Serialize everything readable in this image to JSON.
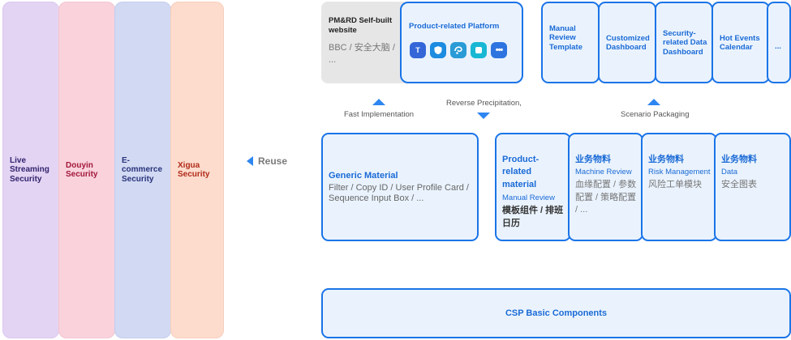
{
  "columns": [
    {
      "label": "Live Streaming Security"
    },
    {
      "label": "Douyin Security"
    },
    {
      "label": "E-commerce Security"
    },
    {
      "label": "Xigua Security"
    }
  ],
  "reuse_label": "Reuse",
  "top_row": {
    "pmrd_title": "PM&RD Self-built website",
    "pmrd_subtitle": "BBC / 安全大脑 / ...",
    "platform_title": "Product-related Platform",
    "app_icons": [
      "app-icon-t",
      "app-icon-shield",
      "app-icon-swirl",
      "app-icon-square",
      "more-dots-icon"
    ],
    "templates": [
      {
        "label": "Manual Review Template"
      },
      {
        "label": "Customized Dashboard"
      },
      {
        "label": "Security-related Data Dashboard"
      },
      {
        "label": "Hot Events Calendar"
      },
      {
        "label": "..."
      }
    ]
  },
  "arrows": {
    "fast_implementation": "Fast Implementation",
    "reverse_precipitation": "Reverse Precipitation,",
    "scenario_packaging": "Scenario Packaging"
  },
  "middle_row": {
    "generic_title": "Generic Material",
    "generic_desc": "Filter / Copy ID / User Profile Card / Sequence Input Box / ...",
    "materials": [
      {
        "title": "Product-related material",
        "sub": "Manual Review",
        "desc": "模板组件 / 排班日历"
      },
      {
        "title": "业务物料",
        "sub": "Machine Review",
        "desc": "血缘配置 / 参数配置 / 策略配置 / ..."
      },
      {
        "title": "业务物料",
        "sub": "Risk Management",
        "desc": "风险工单模块"
      },
      {
        "title": "业务物料",
        "sub": "Data",
        "desc": "安全图表"
      }
    ]
  },
  "bottom": {
    "csp_label": "CSP Basic Components"
  },
  "colors": {
    "accent": "#1a74e8",
    "box_fill": "#eaf3fd",
    "live_streaming": "#e3d4f4",
    "douyin": "#f9d2dc",
    "ecommerce": "#d2d9f3",
    "xigua": "#fddccd"
  }
}
